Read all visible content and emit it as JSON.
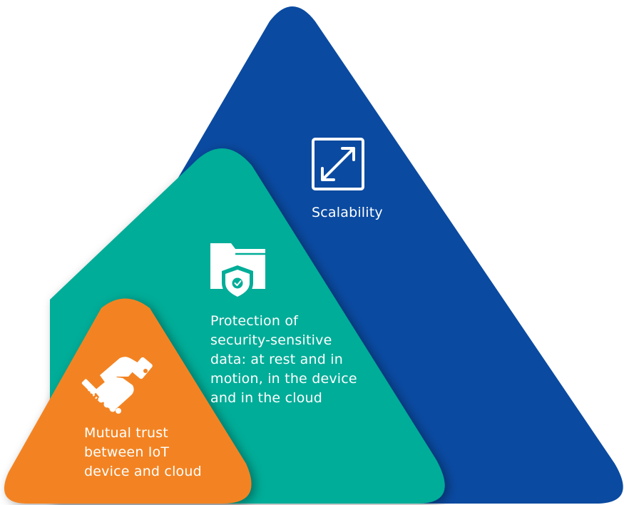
{
  "tiers": [
    {
      "id": "scalability",
      "icon": "resize-diagonal-arrows-icon",
      "color": "#0a4aa1",
      "lines": [
        "Scalability"
      ]
    },
    {
      "id": "protection",
      "icon": "shield-folder-icon",
      "color": "#00ad98",
      "lines": [
        "Protection of",
        "security-sensitive",
        "data: at rest and in",
        "motion, in the device",
        "and in the cloud"
      ]
    },
    {
      "id": "trust",
      "icon": "handshake-icon",
      "color": "#f38321",
      "lines": [
        "Mutual trust",
        "between IoT",
        "device and cloud"
      ]
    }
  ]
}
